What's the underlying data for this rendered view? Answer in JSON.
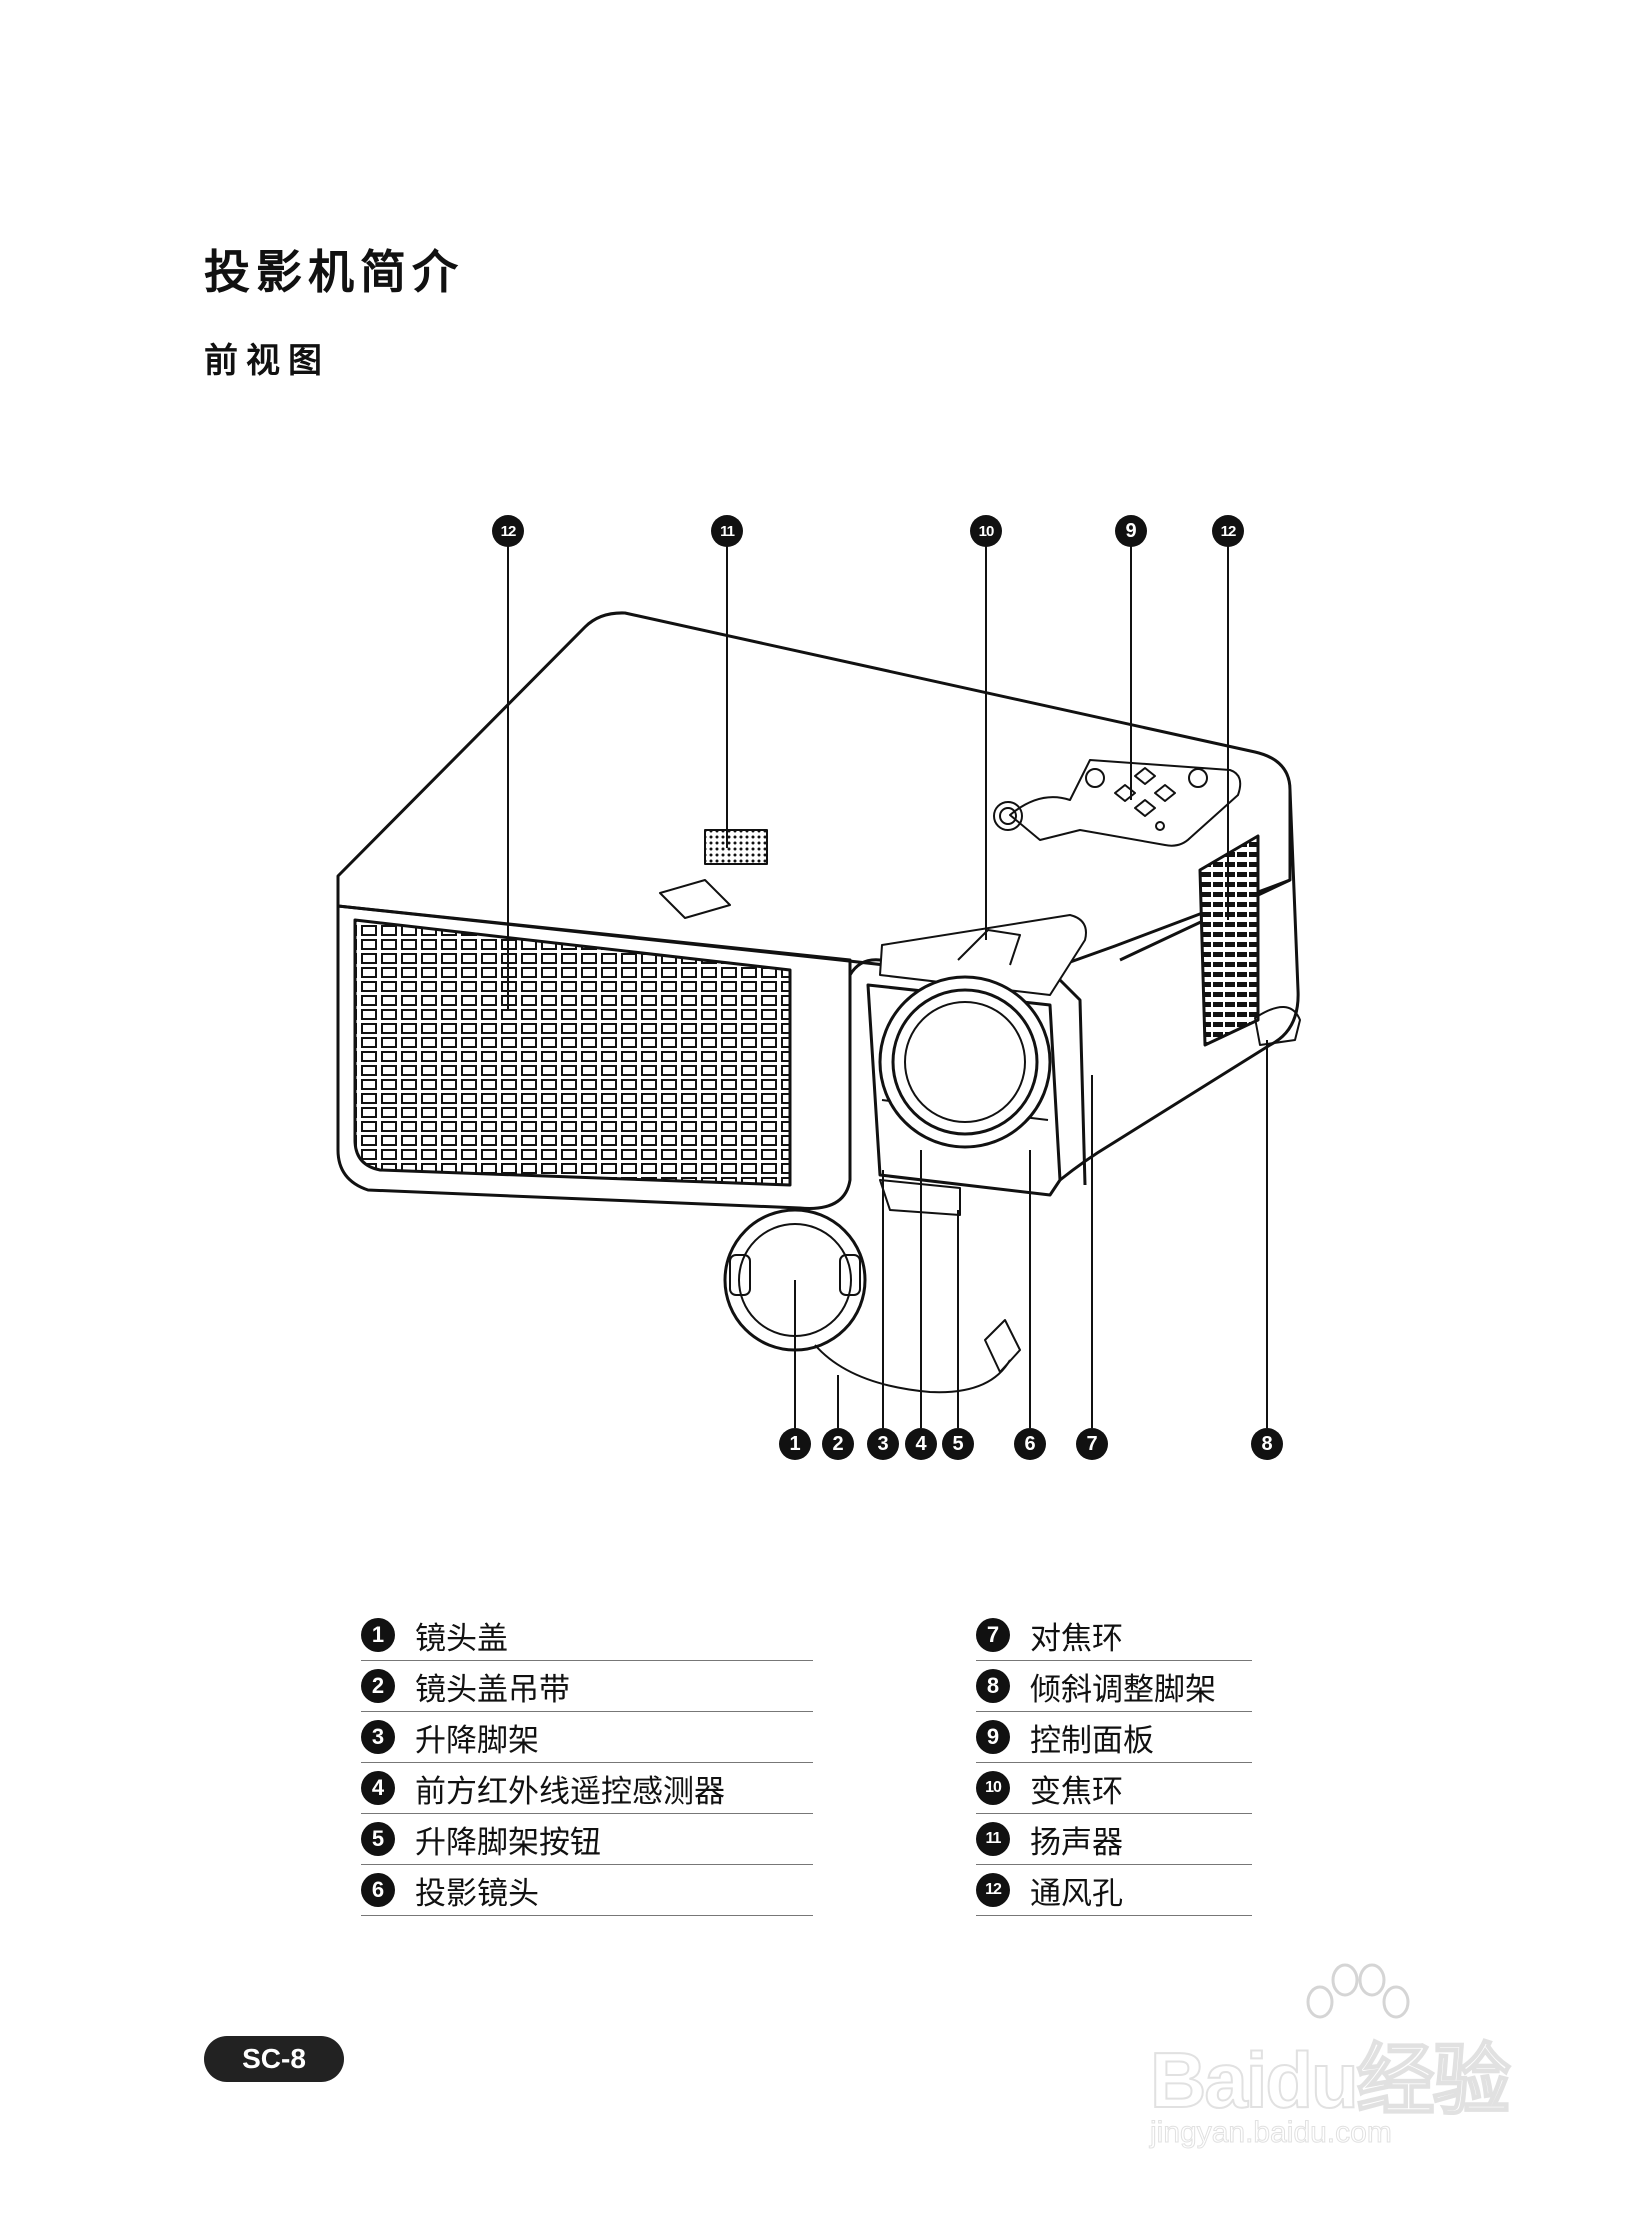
{
  "page": {
    "title": "投影机简介",
    "subtitle": "前视图",
    "page_number": "SC-8"
  },
  "callouts": {
    "top": [
      "12",
      "11",
      "10",
      "9",
      "12"
    ],
    "bottom": [
      "1",
      "2",
      "3",
      "4",
      "5",
      "6",
      "7",
      "8"
    ]
  },
  "legend": {
    "left": [
      {
        "num": "1",
        "label": "镜头盖"
      },
      {
        "num": "2",
        "label": "镜头盖吊带"
      },
      {
        "num": "3",
        "label": "升降脚架"
      },
      {
        "num": "4",
        "label": "前方红外线遥控感测器"
      },
      {
        "num": "5",
        "label": "升降脚架按钮"
      },
      {
        "num": "6",
        "label": "投影镜头"
      }
    ],
    "right": [
      {
        "num": "7",
        "label": "对焦环"
      },
      {
        "num": "8",
        "label": "倾斜调整脚架"
      },
      {
        "num": "9",
        "label": "控制面板"
      },
      {
        "num": "10",
        "label": "变焦环"
      },
      {
        "num": "11",
        "label": "扬声器"
      },
      {
        "num": "12",
        "label": "通风孔"
      }
    ]
  },
  "watermark": {
    "brand": "Baidu经验",
    "url": "jingyan.baidu.com"
  }
}
